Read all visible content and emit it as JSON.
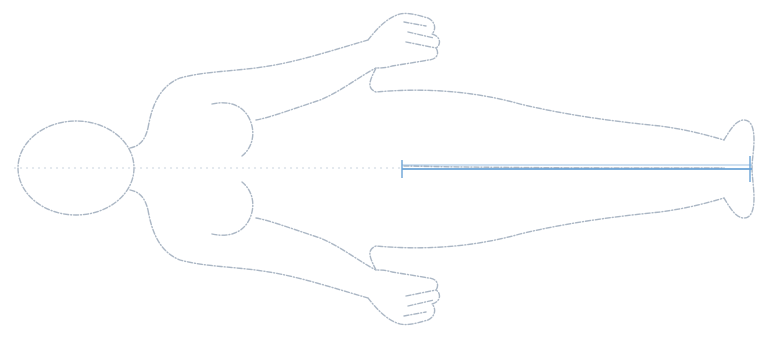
{
  "figure": {
    "parts": [
      {
        "id": "head",
        "icon": "head-outline"
      },
      {
        "id": "neck",
        "icon": "neck-outline"
      },
      {
        "id": "torso",
        "icon": "torso-outline"
      },
      {
        "id": "upper-arm",
        "icon": "arm-outline"
      },
      {
        "id": "lower-arm",
        "icon": "arm-outline"
      },
      {
        "id": "upper-hand",
        "icon": "hand-outline"
      },
      {
        "id": "lower-hand",
        "icon": "hand-outline"
      },
      {
        "id": "legs",
        "icon": "legs-outline"
      },
      {
        "id": "feet",
        "icon": "feet-outline"
      }
    ],
    "colors": {
      "outline": "#aab6c4",
      "centerline": "#c9d3de",
      "measure": "#6aa2d6"
    }
  }
}
